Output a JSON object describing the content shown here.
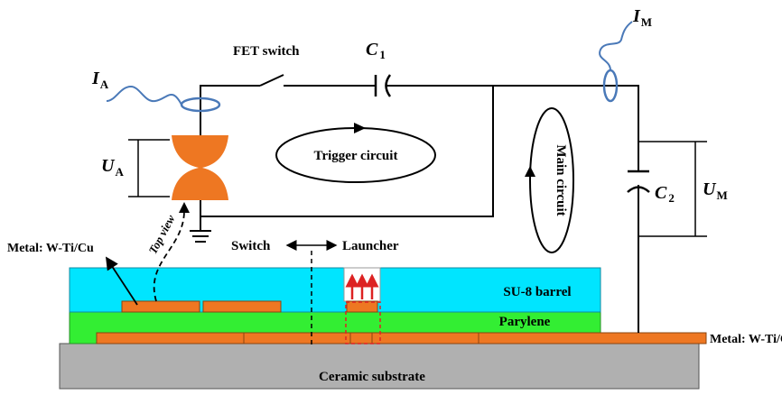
{
  "colors": {
    "barrel": "#00e5ff",
    "parylene": "#33ee33",
    "metal": "#ee7722",
    "ceramic": "#b0b0b0",
    "current_probe": "#4a79b8",
    "launch_arrows": "#dd2222",
    "wire": "#000000"
  },
  "labels": {
    "fet_switch": "FET switch",
    "c1": {
      "main": "C",
      "sub": "1"
    },
    "c2": {
      "main": "C",
      "sub": "2"
    },
    "ia": {
      "main": "I",
      "sub": "A"
    },
    "im": {
      "main": "I",
      "sub": "M"
    },
    "ua": {
      "main": "U",
      "sub": "A"
    },
    "um": {
      "main": "U",
      "sub": "M"
    },
    "trigger_circuit": "Trigger circuit",
    "main_circuit": "Main circuit",
    "top_view": "Top view",
    "metal_left": "Metal: W-Ti/Cu",
    "metal_right": "Metal: W-Ti/Cu",
    "switch": "Switch",
    "launcher": "Launcher",
    "su8_barrel": "SU-8 barrel",
    "parylene": "Parylene",
    "ceramic_substrate": "Ceramic substrate"
  }
}
